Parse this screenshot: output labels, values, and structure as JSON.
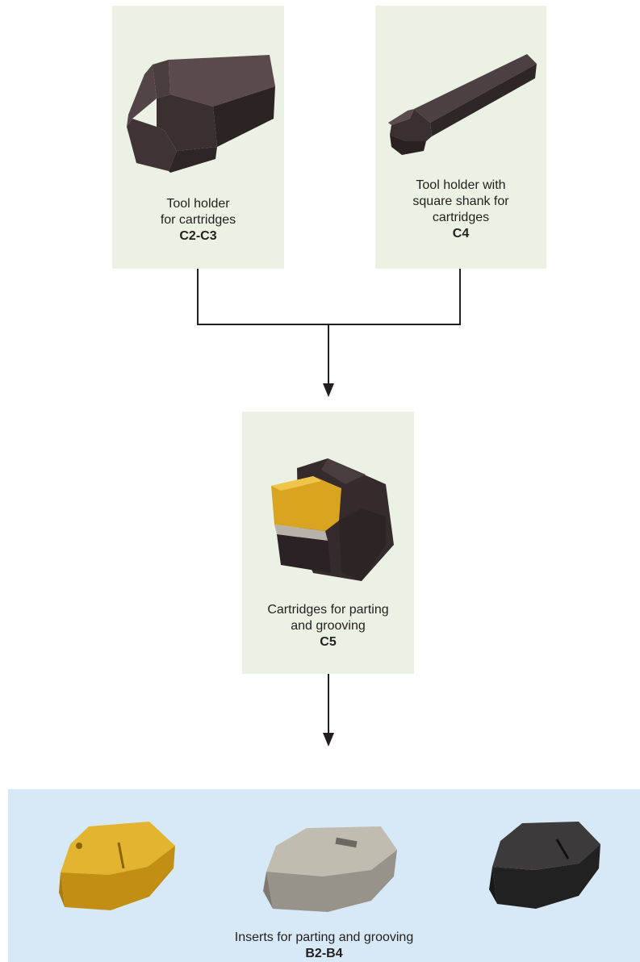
{
  "holder_c2c3": {
    "line1": "Tool holder",
    "line2": "for cartridges",
    "code": "C2-C3"
  },
  "holder_c4": {
    "line1": "Tool holder with",
    "line2": "square shank for",
    "line3": "cartridges",
    "code": "C4"
  },
  "cartridge_c5": {
    "line1": "Cartridges for parting",
    "line2": "and grooving",
    "code": "C5"
  },
  "inserts": {
    "line1": "Inserts for parting and grooving",
    "code": "B2-B4"
  },
  "colors": {
    "product_card_bg": "#ebf2e3",
    "inserts_band_bg": "#d7e9f6",
    "connector": "#231f20",
    "insert_gold": "#d9a521",
    "insert_silver": "#a7a294",
    "insert_black": "#2b2a2b",
    "holder_dark": "#3a2f31"
  },
  "icons": {
    "holder_c2c3": "tool-holder-image",
    "holder_c4": "square-shank-holder-image",
    "cartridge_c5": "cartridge-image",
    "insert_gold": "gold-insert-image",
    "insert_silver": "silver-insert-image",
    "insert_black": "black-insert-image"
  }
}
